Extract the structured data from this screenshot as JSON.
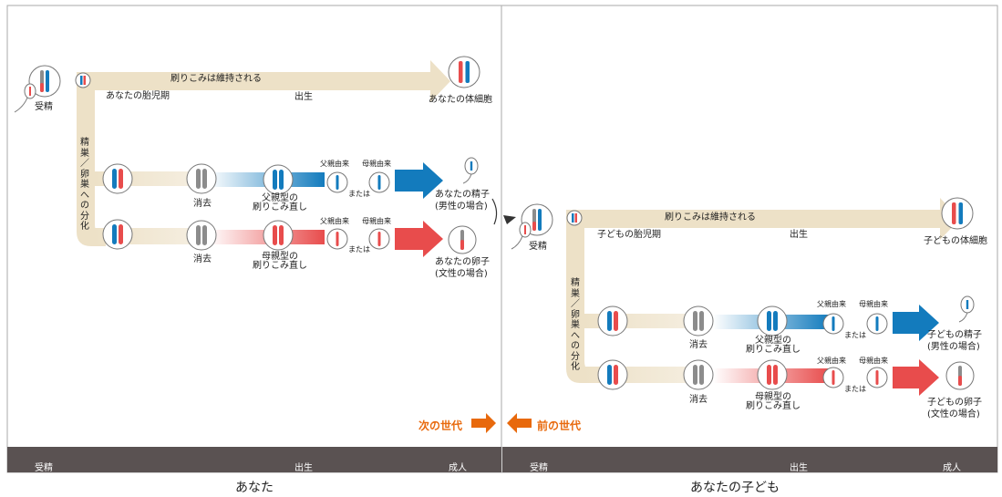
{
  "colors": {
    "beige": "#ede1c7",
    "beige_dark": "#d9c59c",
    "paternal": "#137bbd",
    "maternal": "#e84c4c",
    "erased": "#8c8c8c",
    "footer": "#5a5252",
    "nav": "#e8690c",
    "divider": "#aaaaaa"
  },
  "left": {
    "fertilization": "受精",
    "maintained": "刷りこみは維持される",
    "fetal_period": "あなたの胎児期",
    "birth": "出生",
    "somatic": "あなたの体細胞",
    "differentiation": "精巣／卵巣への分化",
    "erase_top": "消去",
    "erase_bottom": "消去",
    "reprint_paternal": "父親型の\n刷りこみ直し",
    "reprint_maternal": "母親型の\n刷りこみ直し",
    "from_father_top": "父親由来",
    "from_mother_top": "母親由来",
    "from_father_bottom": "父親由来",
    "from_mother_bottom": "母親由来",
    "or_top": "または",
    "or_bottom": "または",
    "sperm": "あなたの精子\n(男性の場合)",
    "egg": "あなたの卵子\n(文性の場合)"
  },
  "right": {
    "fertilization": "受精",
    "maintained": "刷りこみは維持される",
    "fetal_period": "子どもの胎児期",
    "birth": "出生",
    "somatic": "子どもの体細胞",
    "differentiation": "精巣／卵巣への分化",
    "erase_top": "消去",
    "erase_bottom": "消去",
    "reprint_paternal": "父親型の\n刷りこみ直し",
    "reprint_maternal": "母親型の\n刷りこみ直し",
    "from_father_top": "父親由来",
    "from_mother_top": "母親由来",
    "from_father_bottom": "父親由来",
    "from_mother_bottom": "母親由来",
    "or_top": "または",
    "or_bottom": "または",
    "sperm": "子どもの精子\n(男性の場合)",
    "egg": "子どもの卵子\n(文性の場合)"
  },
  "nav": {
    "next_generation": "次の世代",
    "previous_generation": "前の世代"
  },
  "timeline_left": {
    "fertilization": "受精",
    "birth": "出生",
    "adult": "成人"
  },
  "timeline_right": {
    "fertilization": "受精",
    "birth": "出生",
    "adult": "成人"
  },
  "captions": {
    "left": "あなた",
    "right": "あなたの子ども"
  }
}
